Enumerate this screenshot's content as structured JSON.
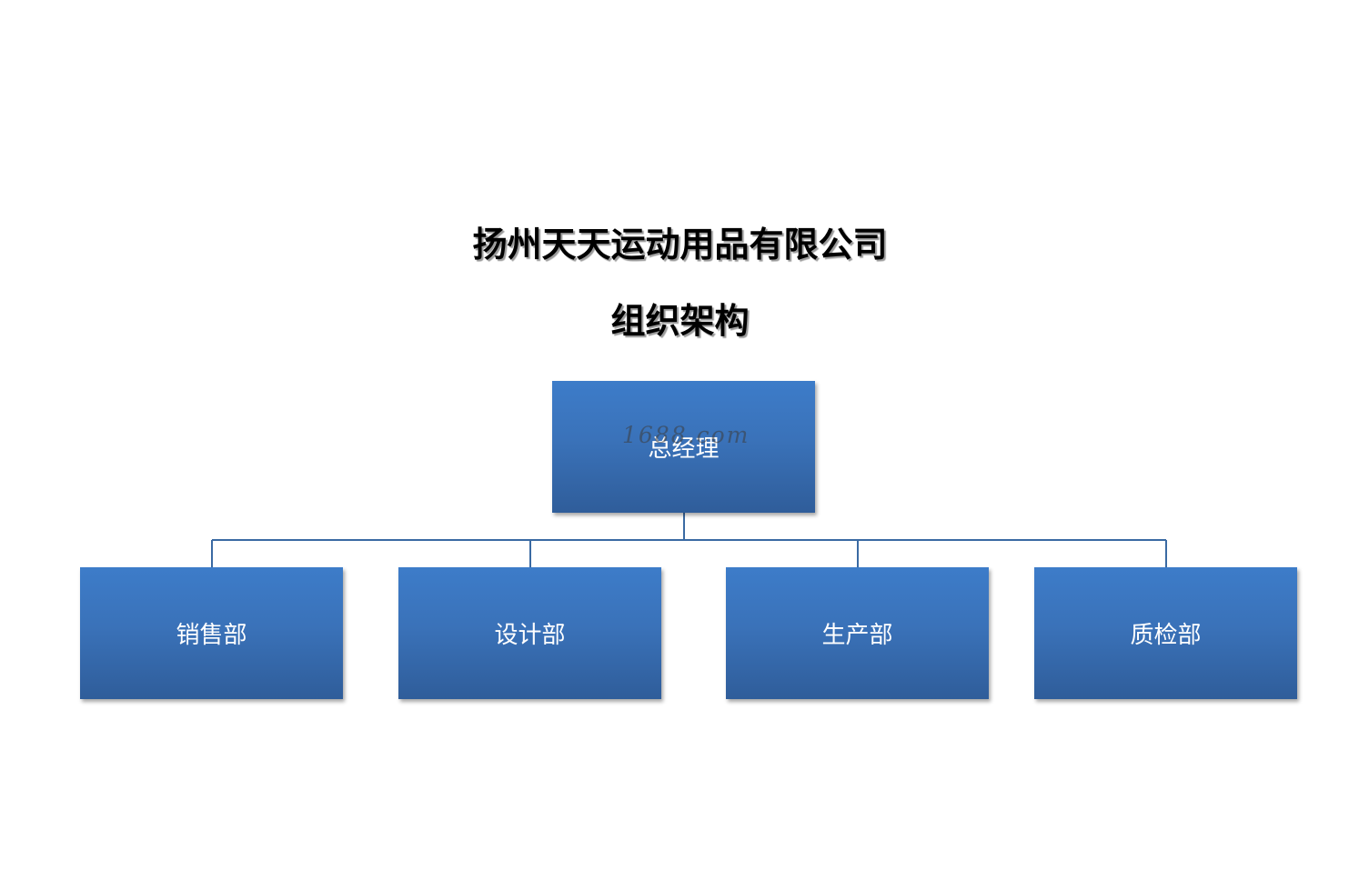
{
  "header": {
    "company": "扬州天天运动用品有限公司",
    "subtitle": "组织架构"
  },
  "org_chart": {
    "root": {
      "label": "总经理"
    },
    "children": [
      {
        "label": "销售部"
      },
      {
        "label": "设计部"
      },
      {
        "label": "生产部"
      },
      {
        "label": "质检部"
      }
    ]
  },
  "watermark": "1688.com",
  "colors": {
    "box_top": "#3d7cc9",
    "box_bottom": "#2f5d9a",
    "box_text": "#ffffff",
    "connector": "#3a6aa3"
  }
}
